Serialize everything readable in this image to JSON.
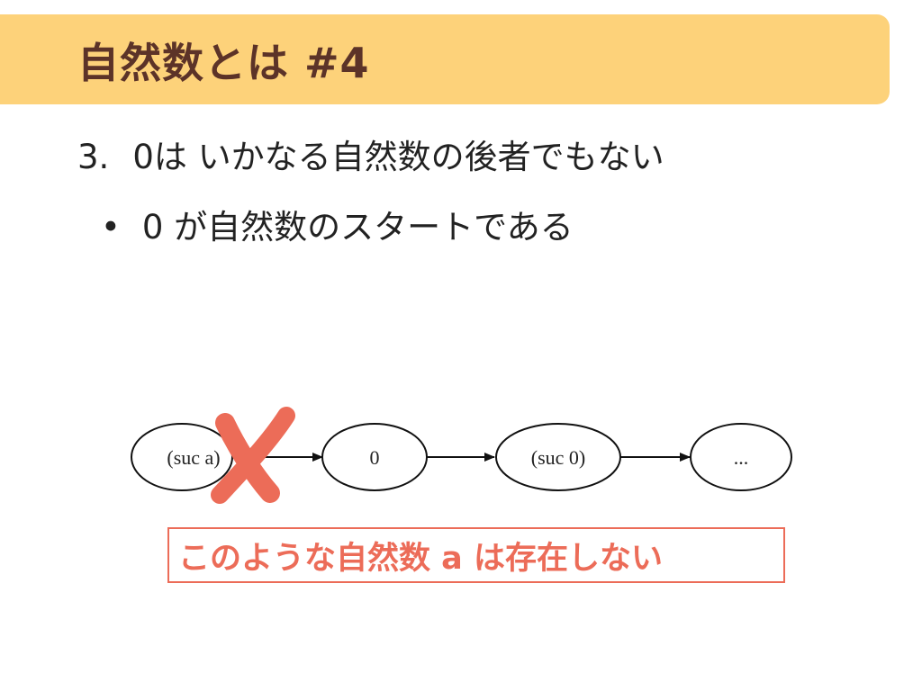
{
  "slide": {
    "title": "自然数とは #4",
    "point": {
      "number": "3.",
      "text": "0は いかなる自然数の後者でもない"
    },
    "bullet": {
      "marker": "•",
      "text": "0 が自然数のスタートである"
    }
  },
  "diagram": {
    "nodes": [
      {
        "label": "(suc a)"
      },
      {
        "label": "0"
      },
      {
        "label": "(suc 0)"
      },
      {
        "label": "..."
      }
    ],
    "cross_icon": "cross-mark-icon"
  },
  "callout": {
    "text": "このような自然数 a は存在しない"
  },
  "colors": {
    "title_band": "#fdd27a",
    "title_text": "#5c3328",
    "accent_red": "#ec6c58"
  }
}
